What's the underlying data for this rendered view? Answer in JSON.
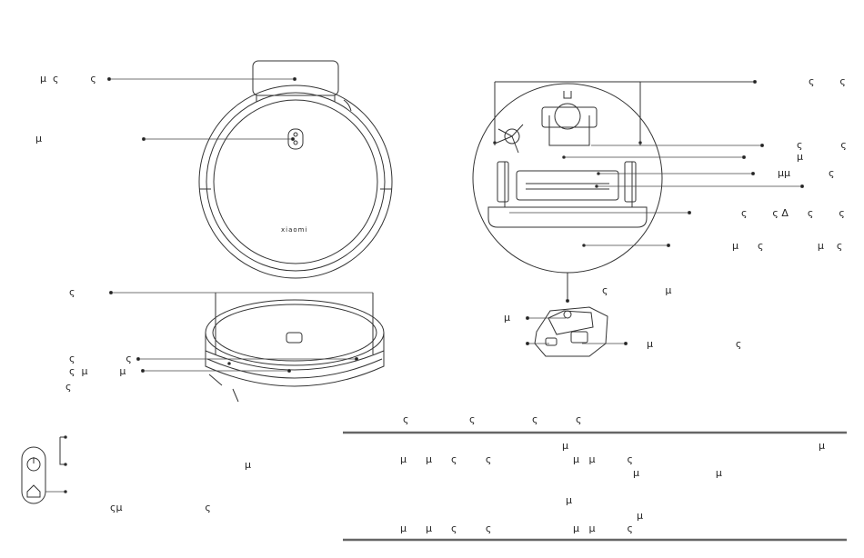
{
  "brand": {
    "logo_text": "xiaomi"
  },
  "top_view": {
    "labels": [
      {
        "id": "laser-cover",
        "text": "μ  ς          ς"
      },
      {
        "id": "top-sensor",
        "text": "μ"
      }
    ]
  },
  "side_view": {
    "labels": [
      {
        "id": "bumper",
        "text": "ς"
      },
      {
        "id": "wall-sensor",
        "text": "ς                ς"
      },
      {
        "id": "cliff-sensor-1",
        "text": "ς  μ          μ"
      },
      {
        "id": "cliff-sensor-2",
        "text": "ς"
      }
    ]
  },
  "bottom_view": {
    "labels": [
      {
        "id": "side-brush",
        "text": "ς        ς"
      },
      {
        "id": "wheel-a",
        "text": "ς            ς"
      },
      {
        "id": "wheel-b",
        "text": "μ"
      },
      {
        "id": "roller",
        "text": "μμ            ς"
      },
      {
        "id": "brush-cover",
        "text": ""
      },
      {
        "id": "mop-mount",
        "text": "ς        ς Δ      ς        ς"
      },
      {
        "id": "battery-cover",
        "text": "μ      ς                 μ    ς"
      }
    ]
  },
  "dock_view": {
    "labels": [
      {
        "id": "dock-top",
        "text": "ς                  μ"
      },
      {
        "id": "dock-left",
        "text": "μ"
      },
      {
        "id": "dock-right",
        "text": "μ                          ς"
      }
    ]
  },
  "buttons_panel": {
    "labels": [
      {
        "id": "power-label",
        "text": "μ"
      },
      {
        "id": "home-label",
        "text": "ςμ                          ς"
      }
    ]
  },
  "table": {
    "header": [
      "ς",
      "ς",
      "ς",
      "ς"
    ],
    "rows": [
      {
        "a": "μ",
        "b": "μ"
      },
      {
        "a": "μ      μ      ς         ς",
        "b": "μ   μ          ς"
      },
      {
        "a": "",
        "b": "μ                        μ"
      },
      {
        "a": "μ",
        "b": ""
      },
      {
        "a": "",
        "b": "μ"
      },
      {
        "a": "μ      μ      ς         ς",
        "b": "μ   μ          ς"
      }
    ]
  },
  "colors": {
    "line": "#333333",
    "panel_outline": "#555555",
    "divider": "#666666"
  }
}
